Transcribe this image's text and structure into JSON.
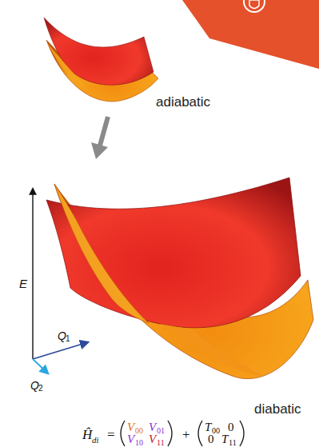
{
  "diagram": {
    "labels": [
      "adiabatic",
      "E",
      "Q",
      "1",
      "Q",
      "2",
      "diabatic",
      "Ĥ",
      "di",
      "=",
      "V",
      "00",
      "V",
      "01",
      "V",
      "10",
      "V",
      "11",
      "+",
      "T",
      "00",
      "0",
      "0",
      "T",
      "11"
    ]
  }
}
